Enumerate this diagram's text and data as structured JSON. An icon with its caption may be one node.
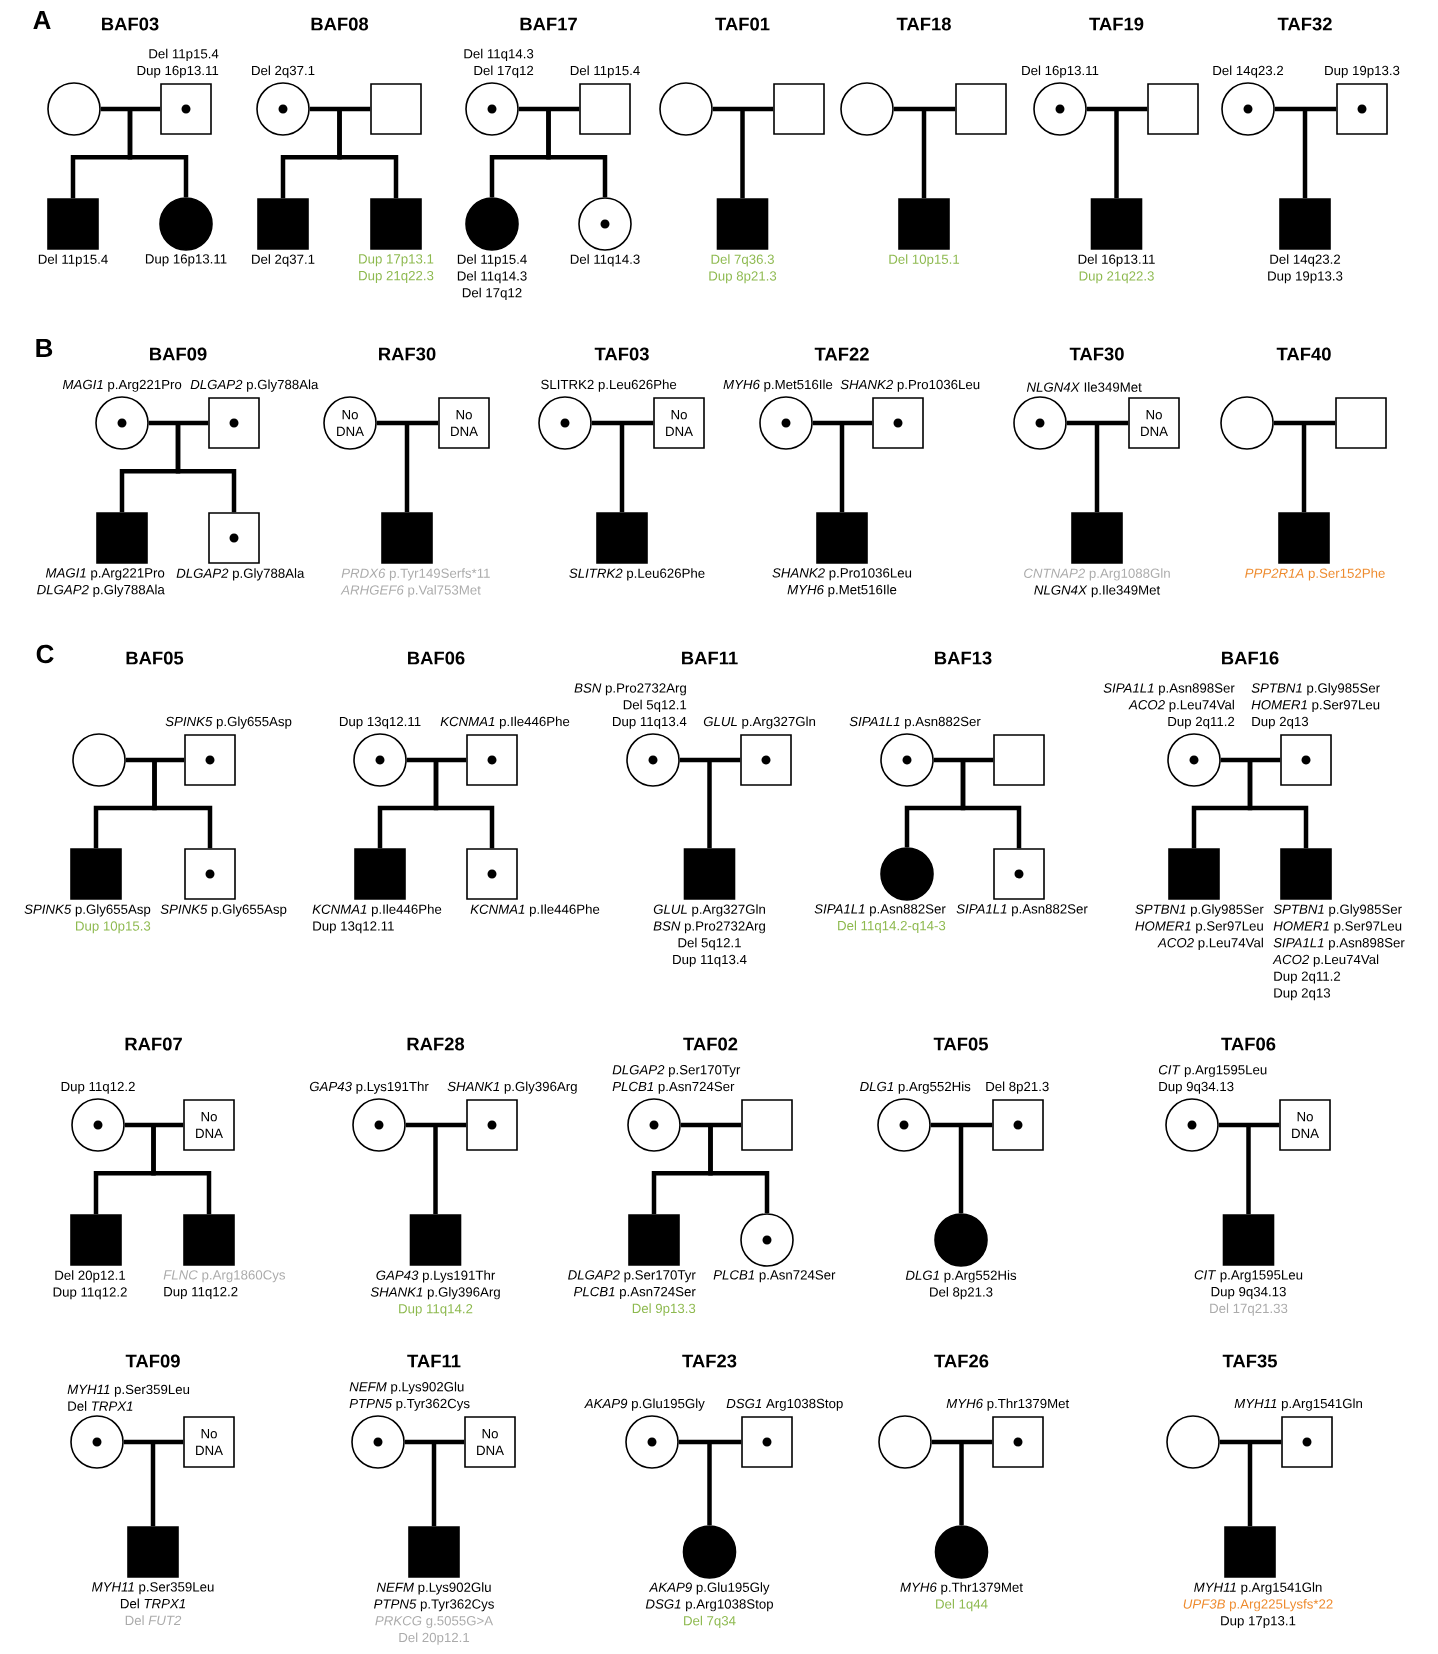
{
  "diagram": {
    "nodes": [
      {
        "text": [],
        "shape": "circle"
      },
      {
        "text": [],
        "shape": "box",
        "beside": [
          "Del 11p15.4",
          "Dup 16p13.11"
        ]
      },
      {
        "text": [],
        "shape": "box",
        "beside": [
          "Del 11p15.4"
        ]
      },
      {
        "text": [],
        "shape": "circle",
        "beside": [
          "Dup 16p13.11"
        ]
      },
      {
        "text": [],
        "shape": "circle",
        "beside": [
          "Del 2q37.1"
        ]
      },
      {
        "text": [],
        "shape": "box"
      },
      {
        "text": [],
        "shape": "box",
        "beside": [
          "Del 2q37.1"
        ]
      },
      {
        "text": [],
        "shape": "box",
        "beside": [
          "Dup 17p13.1",
          "Dup 21q22.3"
        ]
      },
      {
        "text": [],
        "shape": "circle",
        "beside": [
          "Del 11q14.3",
          "Del 17q12"
        ]
      },
      {
        "text": [],
        "shape": "box",
        "beside": [
          "Del 11p15.4"
        ]
      },
      {
        "text": [],
        "shape": "circle",
        "beside": [
          "Del 11p15.4",
          "Del 11q14.3",
          "Del 17q12"
        ]
      },
      {
        "text": [],
        "shape": "circle",
        "beside": [
          "Del 11q14.3"
        ]
      },
      {
        "text": [],
        "shape": "circle"
      },
      {
        "text": [],
        "shape": "box"
      },
      {
        "text": [],
        "shape": "box",
        "beside": [
          "Del 7q36.3",
          "Dup 8p21.3"
        ]
      },
      {
        "text": [],
        "shape": "circle"
      },
      {
        "text": [],
        "shape": "box"
      },
      {
        "text": [],
        "shape": "box",
        "beside": [
          "Del 10p15.1"
        ]
      },
      {
        "text": [],
        "shape": "circle",
        "beside": [
          "Del 16p13.11"
        ]
      },
      {
        "text": [],
        "shape": "box"
      },
      {
        "text": [],
        "shape": "box",
        "beside": [
          "Del 16p13.11",
          "Dup 21q22.3"
        ]
      },
      {
        "text": [],
        "shape": "circle",
        "beside": [
          "Del 14q23.2"
        ]
      },
      {
        "text": [],
        "shape": "box",
        "beside": [
          "Dup 19p13.3"
        ]
      },
      {
        "text": [],
        "shape": "box",
        "beside": [
          "Del 14q23.2",
          "Dup 19p13.3"
        ]
      },
      {
        "text": [],
        "shape": "circle",
        "beside": [
          "*MAGI1* p.Arg221Pro"
        ]
      },
      {
        "text": [],
        "shape": "box",
        "beside": [
          "*DLGAP2* p.Gly788Ala"
        ]
      },
      {
        "text": [],
        "shape": "box",
        "beside": [
          "*MAGI1* p.Arg221Pro",
          "*DLGAP2* p.Gly788Ala"
        ]
      },
      {
        "text": [],
        "shape": "box",
        "beside": [
          "*DLGAP2* p.Gly788Ala"
        ]
      },
      {
        "text": [
          "No DNA"
        ]
      },
      {
        "text": [
          "No DNA"
        ]
      },
      {
        "text": [],
        "shape": "box",
        "beside": [
          "*PRDX6* p.Tyr149Serfs*11",
          "*ARHGEF6* p.Val753Met"
        ]
      },
      {
        "text": [],
        "shape": "circle",
        "beside": [
          "SLITRK2 p.Leu626Phe"
        ]
      },
      {
        "text": [
          "No DNA"
        ]
      },
      {
        "text": [],
        "shape": "box",
        "beside": [
          "*SLITRK2* p.Leu626Phe"
        ]
      },
      {
        "text": [],
        "shape": "circle",
        "beside": [
          "*MYH6* p.Met516Ile"
        ]
      },
      {
        "text": [],
        "shape": "box",
        "beside": [
          "*SHANK2* p.Pro1036Leu"
        ]
      },
      {
        "text": [],
        "shape": "box",
        "beside": [
          "*SHANK2* p.Pro1036Leu",
          "*MYH6* p.Met516Ile"
        ]
      },
      {
        "text": [],
        "shape": "circle",
        "beside": [
          "*NLGN4X* Ile349Met"
        ]
      },
      {
        "text": [
          "No DNA"
        ]
      },
      {
        "text": [],
        "shape": "box",
        "beside": [
          "*CNTNAP2* p.Arg1088Gln",
          "*NLGN4X* p.Ile349Met"
        ]
      },
      {
        "text": [],
        "shape": "circle"
      },
      {
        "text": [],
        "shape": "box"
      },
      {
        "text": [],
        "shape": "box",
        "beside": [
          "*PPP2R1A* p.Ser152Phe"
        ]
      },
      {
        "text": [],
        "shape": "circle"
      },
      {
        "text": [],
        "shape": "box",
        "beside": [
          "*SPINK5* p.Gly655Asp"
        ]
      },
      {
        "text": [],
        "shape": "box",
        "beside": [
          "*SPINK5* p.Gly655Asp",
          "Dup 10p15.3"
        ]
      },
      {
        "text": [],
        "shape": "box",
        "beside": [
          "*SPINK5* p.Gly655Asp"
        ]
      },
      {
        "text": [],
        "shape": "circle",
        "beside": [
          "Dup 13q12.11"
        ]
      },
      {
        "text": [],
        "shape": "box",
        "beside": [
          "*KCNMA1* p.Ile446Phe"
        ]
      },
      {
        "text": [],
        "shape": "box",
        "beside": [
          "*KCNMA1* p.Ile446Phe",
          "Dup 13q12.11"
        ]
      },
      {
        "text": [],
        "shape": "box",
        "beside": [
          "*KCNMA1* p.Ile446Phe"
        ]
      },
      {
        "text": [],
        "shape": "circle",
        "beside": [
          "*BSN* p.Pro2732Arg",
          "Del 5q12.1",
          "Dup 11q13.4"
        ]
      },
      {
        "text": [],
        "shape": "box",
        "beside": [
          "*GLUL* p.Arg327Gln"
        ]
      },
      {
        "text": [],
        "shape": "box",
        "beside": [
          "*GLUL* p.Arg327Gln",
          "*BSN* p.Pro2732Arg",
          "Del 5q12.1",
          "Dup 11q13.4"
        ]
      },
      {
        "text": [],
        "shape": "circle",
        "beside": [
          "*SIPA1L1* p.Asn882Ser"
        ]
      },
      {
        "text": [],
        "shape": "box"
      },
      {
        "text": [],
        "shape": "circle",
        "beside": [
          "*SIPA1L1* p.Asn882Ser",
          "Del 11q14.2-q14-3"
        ]
      },
      {
        "text": [],
        "shape": "box",
        "beside": [
          "*SIPA1L1* p.Asn882Ser"
        ]
      },
      {
        "text": [],
        "shape": "circle",
        "beside": [
          "*SIPA1L1* p.Asn898Ser",
          "*ACO2* p.Leu74Val",
          "Dup 2q11.2"
        ]
      },
      {
        "text": [],
        "shape": "box",
        "beside": [
          "*SPTBN1* p.Gly985Ser",
          "*HOMER1* p.Ser97Leu",
          "Dup 2q13"
        ]
      },
      {
        "text": [],
        "shape": "box",
        "beside": [
          "*SPTBN1* p.Gly985Ser",
          "*HOMER1* p.Ser97Leu",
          "*ACO2* p.Leu74Val"
        ]
      },
      {
        "text": [],
        "shape": "box",
        "beside": [
          "*SPTBN1* p.Gly985Ser",
          "*HOMER1* p.Ser97Leu",
          "*SIPA1L1* p.Asn898Ser",
          "*ACO2* p.Leu74Val",
          "Dup 2q11.2",
          "Dup 2q13"
        ]
      },
      {
        "text": [],
        "shape": "circle",
        "beside": [
          "Dup 11q12.2"
        ]
      },
      {
        "text": [
          "No DNA"
        ]
      },
      {
        "text": [],
        "shape": "box",
        "beside": [
          "Del 20p12.1",
          "Dup 11q12.2"
        ]
      },
      {
        "text": [],
        "shape": "box",
        "beside": [
          "*FLNC* p.Arg1860Cys",
          "Dup 11q12.2"
        ]
      },
      {
        "text": [],
        "shape": "circle",
        "beside": [
          "*GAP43* p.Lys191Thr"
        ]
      },
      {
        "text": [],
        "shape": "box",
        "beside": [
          "*SHANK1* p.Gly396Arg"
        ]
      },
      {
        "text": [],
        "shape": "box",
        "beside": [
          "*GAP43* p.Lys191Thr",
          "*SHANK1* p.Gly396Arg",
          "Dup 11q14.2"
        ]
      },
      {
        "text": [],
        "shape": "circle",
        "beside": [
          "*DLGAP2* p.Ser170Tyr",
          "*PLCB1* p.Asn724Ser"
        ]
      },
      {
        "text": [],
        "shape": "box"
      },
      {
        "text": [],
        "shape": "box",
        "beside": [
          "*DLGAP2* p.Ser170Tyr",
          "*PLCB1* p.Asn724Ser",
          "Del 9p13.3"
        ]
      },
      {
        "text": [],
        "shape": "circle",
        "beside": [
          "*PLCB1* p.Asn724Ser"
        ]
      },
      {
        "text": [],
        "shape": "circle",
        "beside": [
          "*DLG1* p.Arg552His"
        ]
      },
      {
        "text": [],
        "shape": "box",
        "beside": [
          "Del 8p21.3"
        ]
      },
      {
        "text": [],
        "shape": "circle",
        "beside": [
          "*DLG1* p.Arg552His",
          "Del 8p21.3"
        ]
      },
      {
        "text": [],
        "shape": "circle",
        "beside": [
          "*CIT* p.Arg1595Leu",
          "Dup 9q34.13"
        ]
      },
      {
        "text": [
          "No DNA"
        ]
      },
      {
        "text": [],
        "shape": "box",
        "beside": [
          "*CIT* p.Arg1595Leu",
          "Dup 9q34.13",
          "Del 17q21.33"
        ]
      },
      {
        "text": [],
        "shape": "circle",
        "beside": [
          "*MYH11* p.Ser359Leu",
          "Del *TRPX1*"
        ]
      },
      {
        "text": [
          "No DNA"
        ]
      },
      {
        "text": [],
        "shape": "box",
        "beside": [
          "*MYH11* p.Ser359Leu",
          "Del *TRPX1*",
          "Del *FUT2*"
        ]
      },
      {
        "text": [],
        "shape": "circle",
        "beside": [
          "*NEFM* p.Lys902Glu",
          "*PTPN5* p.Tyr362Cys"
        ]
      },
      {
        "text": [
          "No DNA"
        ]
      },
      {
        "text": [],
        "shape": "box",
        "beside": [
          "*NEFM* p.Lys902Glu",
          "*PTPN5* p.Tyr362Cys",
          "*PRKCG* g.5055G>A",
          "Del 20p12.1"
        ]
      },
      {
        "text": [],
        "shape": "circle",
        "beside": [
          "*AKAP9* p.Glu195Gly"
        ]
      },
      {
        "text": [],
        "shape": "box",
        "beside": [
          "*DSG1* Arg1038Stop"
        ]
      },
      {
        "text": [],
        "shape": "circle",
        "beside": [
          "*AKAP9* p.Glu195Gly",
          "*DSG1* p.Arg1038Stop",
          "Del 7q34"
        ]
      },
      {
        "text": [],
        "shape": "circle"
      },
      {
        "text": [],
        "shape": "box",
        "beside": [
          "*MYH6* p.Thr1379Met"
        ]
      },
      {
        "text": [],
        "shape": "circle",
        "beside": [
          "*MYH6* p.Thr1379Met",
          "Del 1q44"
        ]
      },
      {
        "text": [],
        "shape": "circle"
      },
      {
        "text": [],
        "shape": "box",
        "beside": [
          "*MYH11* p.Arg1541Gln"
        ]
      },
      {
        "text": [],
        "shape": "box",
        "beside": [
          "*MYH11* p.Arg1541Gln",
          "*UPF3B* p.Arg225Lysfs*22",
          "Dup 17p13.1"
        ]
      }
    ],
    "edges": [
      {
        "from": 0,
        "to": 1,
        "arrow": "none"
      },
      {
        "from": 0,
        "to": 2,
        "arrow": "none"
      },
      {
        "from": 1,
        "to": 2,
        "arrow": "none"
      },
      {
        "from": 0,
        "to": 3,
        "arrow": "none"
      },
      {
        "from": 1,
        "to": 3,
        "arrow": "none"
      },
      {
        "from": 4,
        "to": 5,
        "arrow": "none"
      },
      {
        "from": 4,
        "to": 6,
        "arrow": "none"
      },
      {
        "from": 5,
        "to": 6,
        "arrow": "none"
      },
      {
        "from": 4,
        "to": 7,
        "arrow": "none"
      },
      {
        "from": 5,
        "to": 7,
        "arrow": "none"
      },
      {
        "from": 8,
        "to": 9,
        "arrow": "none"
      },
      {
        "from": 8,
        "to": 10,
        "arrow": "none"
      },
      {
        "from": 9,
        "to": 10,
        "arrow": "none"
      },
      {
        "from": 8,
        "to": 11,
        "arrow": "none"
      },
      {
        "from": 9,
        "to": 11,
        "arrow": "none"
      },
      {
        "from": 12,
        "to": 13,
        "arrow": "none"
      },
      {
        "from": 12,
        "to": 14,
        "arrow": "none"
      },
      {
        "from": 13,
        "to": 14,
        "arrow": "none"
      },
      {
        "from": 15,
        "to": 16,
        "arrow": "none"
      },
      {
        "from": 15,
        "to": 17,
        "arrow": "none"
      },
      {
        "from": 16,
        "to": 17,
        "arrow": "none"
      },
      {
        "from": 18,
        "to": 19,
        "arrow": "none"
      },
      {
        "from": 18,
        "to": 20,
        "arrow": "none"
      },
      {
        "from": 19,
        "to": 20,
        "arrow": "none"
      },
      {
        "from": 21,
        "to": 22,
        "arrow": "none"
      },
      {
        "from": 21,
        "to": 23,
        "arrow": "none"
      },
      {
        "from": 22,
        "to": 23,
        "arrow": "none"
      },
      {
        "from": 24,
        "to": 25,
        "arrow": "none"
      },
      {
        "from": 24,
        "to": 26,
        "arrow": "none"
      },
      {
        "from": 25,
        "to": 26,
        "arrow": "none"
      },
      {
        "from": 24,
        "to": 27,
        "arrow": "none"
      },
      {
        "from": 25,
        "to": 27,
        "arrow": "none"
      },
      {
        "from": 28,
        "to": 29,
        "arrow": "none"
      },
      {
        "from": 28,
        "to": 30,
        "arrow": "none"
      },
      {
        "from": 29,
        "to": 30,
        "arrow": "none"
      },
      {
        "from": 31,
        "to": 32,
        "arrow": "none"
      },
      {
        "from": 31,
        "to": 33,
        "arrow": "none"
      },
      {
        "from": 32,
        "to": 33,
        "arrow": "none"
      },
      {
        "from": 34,
        "to": 35,
        "arrow": "none"
      },
      {
        "from": 34,
        "to": 36,
        "arrow": "none"
      },
      {
        "from": 35,
        "to": 36,
        "arrow": "none"
      },
      {
        "from": 37,
        "to": 38,
        "arrow": "none"
      },
      {
        "from": 37,
        "to": 39,
        "arrow": "none"
      },
      {
        "from": 38,
        "to": 39,
        "arrow": "none"
      },
      {
        "from": 40,
        "to": 41,
        "arrow": "none"
      },
      {
        "from": 40,
        "to": 42,
        "arrow": "none"
      },
      {
        "from": 41,
        "to": 42,
        "arrow": "none"
      },
      {
        "from": 43,
        "to": 44,
        "arrow": "none"
      },
      {
        "from": 43,
        "to": 45,
        "arrow": "none"
      },
      {
        "from": 44,
        "to": 45,
        "arrow": "none"
      },
      {
        "from": 43,
        "to": 46,
        "arrow": "none"
      },
      {
        "from": 44,
        "to": 46,
        "arrow": "none"
      },
      {
        "from": 47,
        "to": 48,
        "arrow": "none"
      },
      {
        "from": 47,
        "to": 49,
        "arrow": "none"
      },
      {
        "from": 48,
        "to": 49,
        "arrow": "none"
      },
      {
        "from": 47,
        "to": 50,
        "arrow": "none"
      },
      {
        "from": 48,
        "to": 50,
        "arrow": "none"
      },
      {
        "from": 51,
        "to": 52,
        "arrow": "none"
      },
      {
        "from": 51,
        "to": 53,
        "arrow": "none"
      },
      {
        "from": 52,
        "to": 53,
        "arrow": "none"
      },
      {
        "from": 54,
        "to": 55,
        "arrow": "none"
      },
      {
        "from": 54,
        "to": 56,
        "arrow": "none"
      },
      {
        "from": 55,
        "to": 56,
        "arrow": "none"
      },
      {
        "from": 54,
        "to": 57,
        "arrow": "none"
      },
      {
        "from": 55,
        "to": 57,
        "arrow": "none"
      },
      {
        "from": 58,
        "to": 59,
        "arrow": "none"
      },
      {
        "from": 58,
        "to": 60,
        "arrow": "none"
      },
      {
        "from": 59,
        "to": 60,
        "arrow": "none"
      },
      {
        "from": 58,
        "to": 61,
        "arrow": "none"
      },
      {
        "from": 59,
        "to": 61,
        "arrow": "none"
      },
      {
        "from": 62,
        "to": 63,
        "arrow": "none"
      },
      {
        "from": 62,
        "to": 64,
        "arrow": "none"
      },
      {
        "from": 63,
        "to": 64,
        "arrow": "none"
      },
      {
        "from": 62,
        "to": 65,
        "arrow": "none"
      },
      {
        "from": 63,
        "to": 65,
        "arrow": "none"
      },
      {
        "from": 66,
        "to": 67,
        "arrow": "none"
      },
      {
        "from": 66,
        "to": 68,
        "arrow": "none"
      },
      {
        "from": 67,
        "to": 68,
        "arrow": "none"
      },
      {
        "from": 69,
        "to": 70,
        "arrow": "none"
      },
      {
        "from": 69,
        "to": 71,
        "arrow": "none"
      },
      {
        "from": 70,
        "to": 71,
        "arrow": "none"
      },
      {
        "from": 69,
        "to": 72,
        "arrow": "none"
      },
      {
        "from": 70,
        "to": 72,
        "arrow": "none"
      },
      {
        "from": 73,
        "to": 74,
        "arrow": "none"
      },
      {
        "from": 73,
        "to": 75,
        "arrow": "none"
      },
      {
        "from": 74,
        "to": 75,
        "arrow": "none"
      },
      {
        "from": 76,
        "to": 77,
        "arrow": "none"
      },
      {
        "from": 76,
        "to": 78,
        "arrow": "none"
      },
      {
        "from": 77,
        "to": 78,
        "arrow": "none"
      },
      {
        "from": 79,
        "to": 80,
        "arrow": "none"
      },
      {
        "from": 79,
        "to": 81,
        "arrow": "none"
      },
      {
        "from": 80,
        "to": 81,
        "arrow": "none"
      },
      {
        "from": 82,
        "to": 83,
        "arrow": "none"
      },
      {
        "from": 82,
        "to": 84,
        "arrow": "none"
      },
      {
        "from": 83,
        "to": 84,
        "arrow": "none"
      },
      {
        "from": 85,
        "to": 86,
        "arrow": "none"
      },
      {
        "from": 85,
        "to": 87,
        "arrow": "none"
      },
      {
        "from": 86,
        "to": 87,
        "arrow": "none"
      },
      {
        "from": 88,
        "to": 89,
        "arrow": "none"
      },
      {
        "from": 88,
        "to": 90,
        "arrow": "none"
      },
      {
        "from": 89,
        "to": 90,
        "arrow": "none"
      },
      {
        "from": 91,
        "to": 92,
        "arrow": "none"
      },
      {
        "from": 91,
        "to": 93,
        "arrow": "none"
      },
      {
        "from": 92,
        "to": 93,
        "arrow": "none"
      }
    ],
    "labels": [
      "A",
      "BAF03",
      "BAF08",
      "BAF17",
      "TAF01",
      "TAF18",
      "TAF19",
      "TAF32",
      "B",
      "BAF09",
      "RAF30",
      "TAF03",
      "TAF22",
      "TAF30",
      "TAF40",
      "C",
      "BAF05",
      "BAF06",
      "BAF11",
      "BAF13",
      "BAF16",
      "RAF07",
      "RAF28",
      "TAF02",
      "TAF05",
      "TAF06",
      "TAF09",
      "TAF11",
      "TAF23",
      "TAF26",
      "TAF35"
    ]
  }
}
